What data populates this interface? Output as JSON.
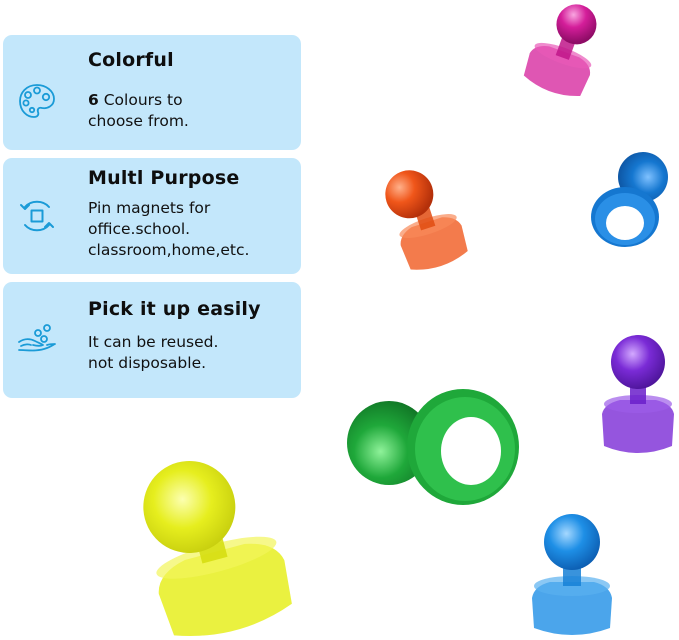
{
  "features": [
    {
      "icon": "palette-icon",
      "title": "Colorful",
      "desc_bold": "6",
      "desc_line1": " Colours to",
      "desc_line2": "choose from."
    },
    {
      "icon": "rotate-square-icon",
      "title": "Multl Purpose",
      "desc_line1": "Pin magnets for",
      "desc_line2": "office.school.",
      "desc_line3": "classroom,home,etc."
    },
    {
      "icon": "hand-bubbles-icon",
      "title": "Pick it up easily",
      "desc_line1": "It can be reused.",
      "desc_line2": "not disposable."
    }
  ],
  "colors": {
    "card_bg": "#C3E7FB",
    "icon_stroke": "#1A9BD7",
    "text": "#111111"
  },
  "pins": [
    {
      "name": "magenta",
      "color": "#D41E9A"
    },
    {
      "name": "orange",
      "color": "#F0561A"
    },
    {
      "name": "blue",
      "color": "#1577D0"
    },
    {
      "name": "purple",
      "color": "#7A2BD6"
    },
    {
      "name": "green",
      "color": "#1FA83A"
    },
    {
      "name": "yellow",
      "color": "#E6EE1E"
    },
    {
      "name": "light-blue",
      "color": "#1E8FE6"
    }
  ]
}
